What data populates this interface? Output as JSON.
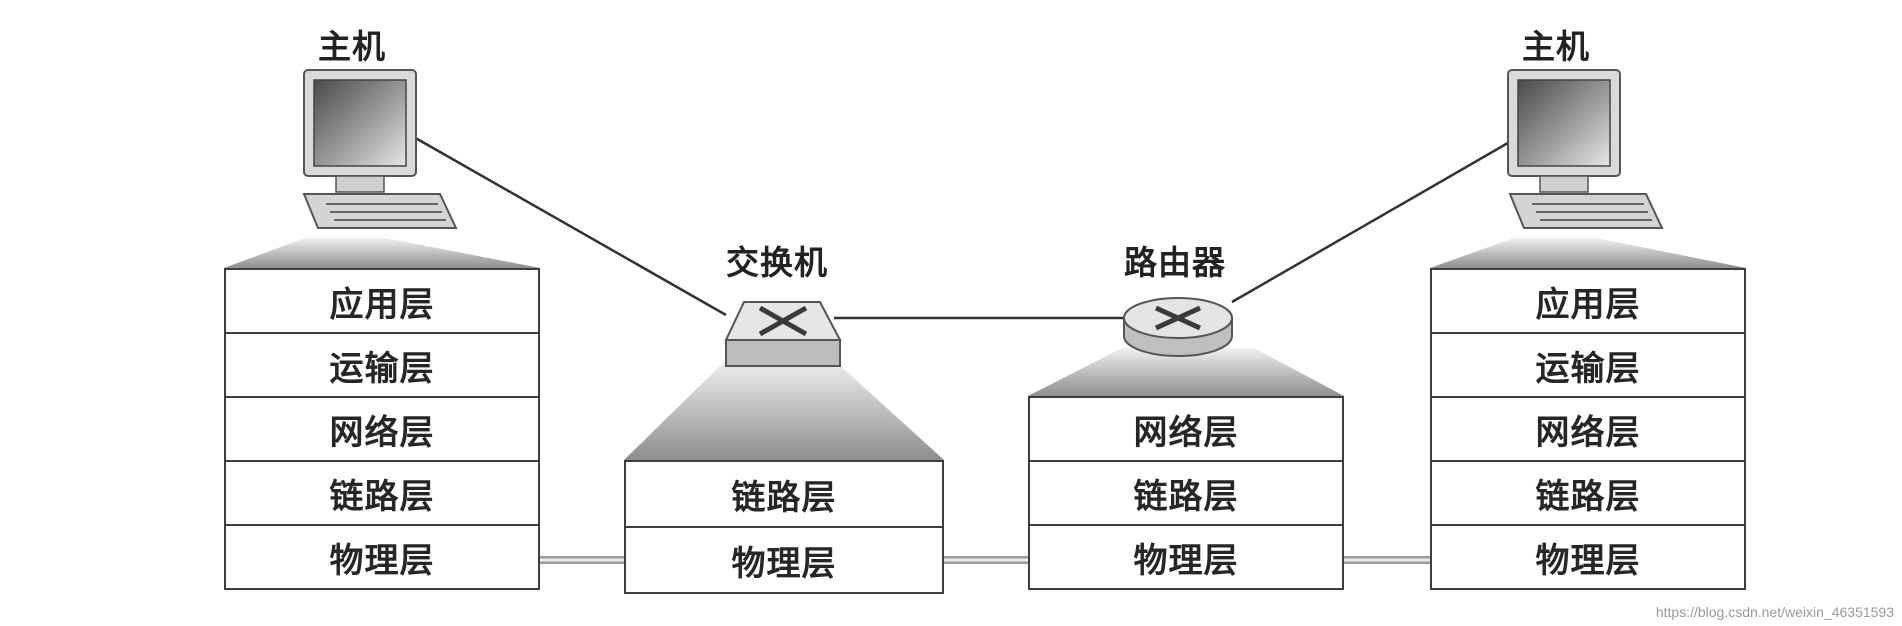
{
  "devices": {
    "host_left": {
      "label": "主机",
      "layers": [
        "应用层",
        "运输层",
        "网络层",
        "链路层",
        "物理层"
      ]
    },
    "switch": {
      "label": "交换机",
      "layers": [
        "链路层",
        "物理层"
      ]
    },
    "router": {
      "label": "路由器",
      "layers": [
        "网络层",
        "链路层",
        "物理层"
      ]
    },
    "host_right": {
      "label": "主机",
      "layers": [
        "应用层",
        "运输层",
        "网络层",
        "链路层",
        "物理层"
      ]
    }
  },
  "icons": {
    "host_left": "computer-icon",
    "switch": "switch-icon",
    "router": "router-icon",
    "host_right": "computer-icon"
  },
  "watermark": "https://blog.csdn.net/weixin_46351593"
}
